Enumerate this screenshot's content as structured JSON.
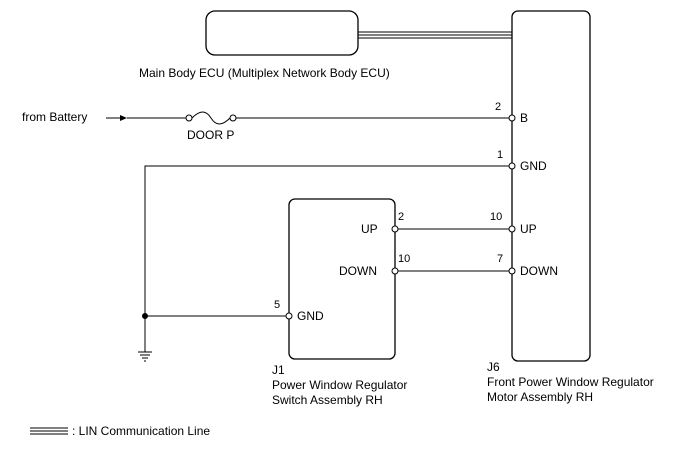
{
  "ecu": {
    "label": "Main Body ECU (Multiplex Network Body ECU)"
  },
  "battery": {
    "label": "from Battery"
  },
  "fuse": {
    "label": "DOOR P"
  },
  "motor": {
    "connector": "J6",
    "name_line1": "Front Power Window Regulator",
    "name_line2": "Motor Assembly RH",
    "pins": [
      {
        "number": "2",
        "name": "B"
      },
      {
        "number": "1",
        "name": "GND"
      },
      {
        "number": "10",
        "name": "UP"
      },
      {
        "number": "7",
        "name": "DOWN"
      }
    ]
  },
  "switch": {
    "connector": "J1",
    "name_line1": "Power Window Regulator",
    "name_line2": "Switch Assembly RH",
    "pins": [
      {
        "number": "2",
        "name": "UP"
      },
      {
        "number": "10",
        "name": "DOWN"
      },
      {
        "number": "5",
        "name": "GND"
      }
    ]
  },
  "legend": {
    "text": ": LIN Communication Line"
  }
}
